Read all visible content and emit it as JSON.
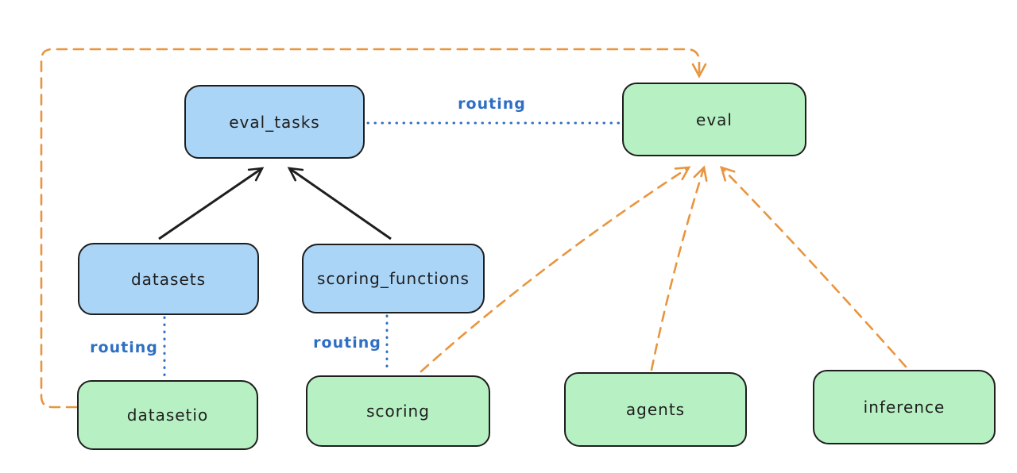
{
  "diagram": {
    "nodes": {
      "eval_tasks": {
        "label": "eval_tasks",
        "color": "blue"
      },
      "eval": {
        "label": "eval",
        "color": "green"
      },
      "datasets": {
        "label": "datasets",
        "color": "blue"
      },
      "scoring_functions": {
        "label": "scoring_functions",
        "color": "blue"
      },
      "datasetio": {
        "label": "datasetio",
        "color": "green"
      },
      "scoring": {
        "label": "scoring",
        "color": "green"
      },
      "agents": {
        "label": "agents",
        "color": "green"
      },
      "inference": {
        "label": "inference",
        "color": "green"
      }
    },
    "edges": [
      {
        "from": "datasets",
        "to": "eval_tasks",
        "style": "solid",
        "color": "black"
      },
      {
        "from": "scoring_functions",
        "to": "eval_tasks",
        "style": "solid",
        "color": "black"
      },
      {
        "from": "eval_tasks",
        "to": "eval",
        "style": "dotted",
        "color": "blue",
        "label": "routing"
      },
      {
        "from": "datasets",
        "to": "datasetio",
        "style": "dotted",
        "color": "blue",
        "label": "routing"
      },
      {
        "from": "scoring_functions",
        "to": "scoring",
        "style": "dotted",
        "color": "blue",
        "label": "routing"
      },
      {
        "from": "datasetio",
        "to": "eval",
        "style": "dashed",
        "color": "orange"
      },
      {
        "from": "scoring",
        "to": "eval",
        "style": "dashed",
        "color": "orange"
      },
      {
        "from": "agents",
        "to": "eval",
        "style": "dashed",
        "color": "orange"
      },
      {
        "from": "inference",
        "to": "eval",
        "style": "dashed",
        "color": "orange"
      }
    ],
    "colors": {
      "blue_node_fill": "#abd5f6",
      "green_node_fill": "#b7f0c2",
      "node_stroke": "#1e1e1e",
      "orange_edge": "#e8953e",
      "blue_edge": "#2e6fc4",
      "background": "#ffffff"
    }
  }
}
